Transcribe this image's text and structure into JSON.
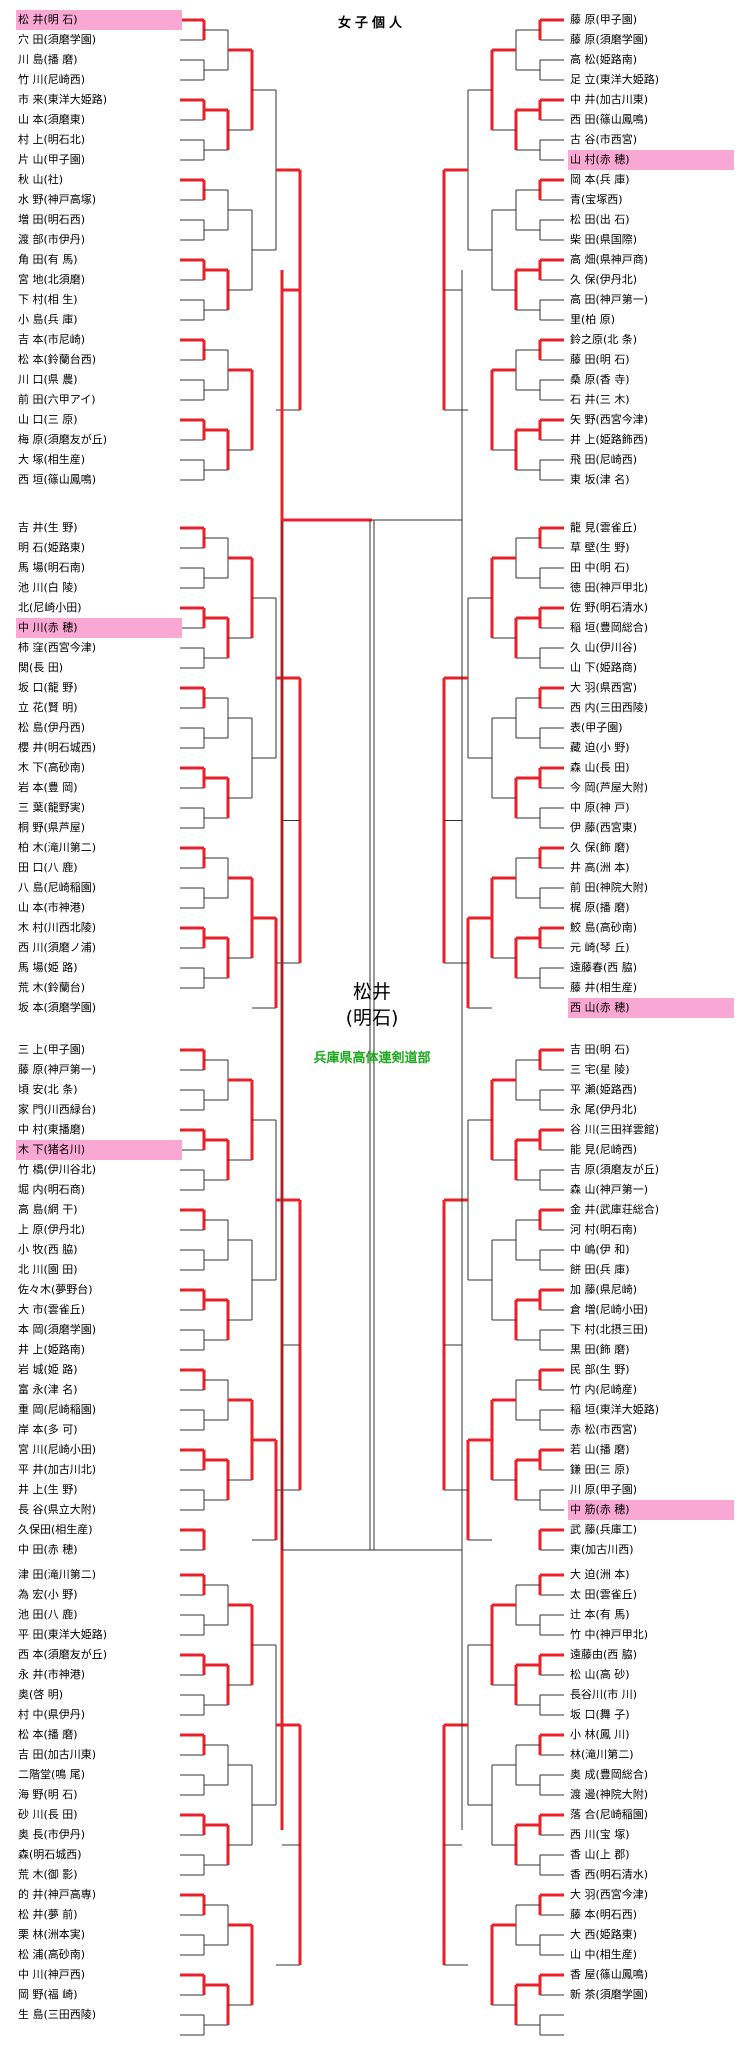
{
  "title": "女子個人",
  "champion": {
    "name": "松井",
    "school": "(明石)"
  },
  "organizer": "兵庫県高体連剣道部",
  "left_entries": [
    "松 井(明 石)",
    "穴 田(須磨学園)",
    "川 島(播 磨)",
    "竹 川(尼崎西)",
    "市 来(東洋大姫路)",
    "山 本(須磨東)",
    "村 上(明石北)",
    "片 山(甲子園)",
    "秋 山(社)",
    "水 野(神戸高塚)",
    "増 田(明石西)",
    "渡 部(市伊丹)",
    "角 田(有 馬)",
    "宮 地(北須磨)",
    "下 村(相 生)",
    "小 島(兵 庫)",
    "吉 本(市尼崎)",
    "松 本(鈴蘭台西)",
    "川 口(県 農)",
    "前 田(六甲アイ)",
    "山 口(三 原)",
    "梅 原(須磨友が丘)",
    "大 塚(相生産)",
    "西 垣(篠山鳳鳴)",
    "吉 井(生 野)",
    "明 石(姫路東)",
    "馬 場(明石南)",
    "池 川(白 陵)",
    "北(尼崎小田)",
    "中 川(赤 穂)",
    "柿 窪(西宮今津)",
    "関(長 田)",
    "坂 口(龍 野)",
    "立 花(賢 明)",
    "松 島(伊丹西)",
    "櫻 井(明石城西)",
    "木 下(高砂南)",
    "岩 本(豊 岡)",
    "三 葉(龍野実)",
    "桐 野(県芦屋)",
    "柏 木(滝川第二)",
    "田 口(八 鹿)",
    "八 島(尼崎稲園)",
    "山 本(市神港)",
    "木 村(川西北陵)",
    "西 川(須磨ノ浦)",
    "馬 場(姫 路)",
    "荒 木(鈴蘭台)",
    "坂 本(須磨学園)",
    "三 上(甲子園)",
    "藤 原(神戸第一)",
    "頃 安(北 条)",
    "家 門(川西緑台)",
    "中 村(東播磨)",
    "木 下(猪名川)",
    "竹 橋(伊川谷北)",
    "堀 内(明石商)",
    "高 島(網 干)",
    "上 原(伊丹北)",
    "小 牧(西 脇)",
    "北 川(園 田)",
    "佐々木(夢野台)",
    "大 市(雲雀丘)",
    "本 岡(須磨学園)",
    "井 上(姫路南)",
    "岩 城(姫 路)",
    "富 永(津 名)",
    "重 岡(尼崎稲園)",
    "岸 本(多 可)",
    "宮 川(尼崎小田)",
    "平 井(加古川北)",
    "井 上(生 野)",
    "長 谷(県立大附)",
    "久保田(相生産)",
    "中 田(赤 穂)",
    "津 田(滝川第二)",
    "為 宏(小 野)",
    "池 田(八 鹿)",
    "平 田(東洋大姫路)",
    "西 本(須磨友が丘)",
    "永 井(市神港)",
    "奥(啓 明)",
    "村 中(県伊丹)",
    "松 本(播 磨)",
    "吉 田(加古川東)",
    "二階堂(鳴 尾)",
    "海 野(明 石)",
    "砂 川(長 田)",
    "奥 長(市伊丹)",
    "森(明石城西)",
    "荒 木(御 影)",
    "的 井(神戸高専)",
    "松 井(夢 前)",
    "栗 林(洲本実)",
    "松 浦(高砂南)",
    "中 川(神戸西)",
    "岡 野(福 崎)",
    "生 島(三田西陵)"
  ],
  "right_entries": [
    "藤 原(甲子園)",
    "藤 原(須磨学園)",
    "高 松(姫路南)",
    "足 立(東洋大姫路)",
    "中 井(加古川東)",
    "西 田(篠山鳳鳴)",
    "古 谷(市西宮)",
    "山 村(赤 穂)",
    "岡 本(兵 庫)",
    "青(宝塚西)",
    "松 田(出 石)",
    "柴 田(県国際)",
    "高 畑(県神戸商)",
    "久 保(伊丹北)",
    "高 田(神戸第一)",
    "里(柏 原)",
    "鈴之原(北 条)",
    "藤 田(明 石)",
    "桑 原(香 寺)",
    "石 井(三 木)",
    "矢 野(西宮今津)",
    "井 上(姫路飾西)",
    "飛 田(尼崎西)",
    "東 坂(津 名)",
    "龍 見(雲雀丘)",
    "草 壁(生 野)",
    "田 中(明 石)",
    "徳 田(神戸甲北)",
    "佐 野(明石清水)",
    "稲 垣(豊岡総合)",
    "久 山(伊川谷)",
    "山 下(姫路商)",
    "大 羽(県西宮)",
    "西 内(三田西陵)",
    "表(甲子園)",
    "藏 迫(小 野)",
    "森 山(長 田)",
    "今 岡(芦屋大附)",
    "中 原(神 戸)",
    "伊 藤(西宮東)",
    "久 保(飾 磨)",
    "井 高(洲 本)",
    "前 田(神院大附)",
    "梶 原(播 磨)",
    "鮫 島(高砂南)",
    "元 崎(琴 丘)",
    "遠藤春(西 脇)",
    "藤 井(相生産)",
    "西 山(赤 穂)",
    "吉 田(明 石)",
    "三 宅(星 陵)",
    "平 瀬(姫路西)",
    "永 尾(伊丹北)",
    "谷 川(三田祥雲館)",
    "能 見(尼崎西)",
    "吉 原(須磨友が丘)",
    "森 山(神戸第一)",
    "金 井(武庫荘総合)",
    "河 村(明石南)",
    "中 嶋(伊 和)",
    "餅 田(兵 庫)",
    "加 藤(県尼崎)",
    "倉 増(尼崎小田)",
    "下 村(北摂三田)",
    "黒 田(飾 磨)",
    "民 部(生 野)",
    "竹 内(尼崎産)",
    "稲 垣(東洋大姫路)",
    "赤 松(市西宮)",
    "若 山(播 磨)",
    "鎌 田(三 原)",
    "川 原(甲子園)",
    "中 筋(赤 穂)",
    "武 藤(兵庫工)",
    "東(加古川西)",
    "大 迫(洲 本)",
    "太 田(雲雀丘)",
    "辻 本(有 馬)",
    "竹 中(神戸甲北)",
    "遠藤由(西 脇)",
    "松 山(高 砂)",
    "長谷川(市 川)",
    "坂 口(舞 子)",
    "小 林(鳳 川)",
    "林(滝川第二)",
    "奥 成(豊岡総合)",
    "渡 邊(神院大附)",
    "落 合(尼崎稲園)",
    "西 川(宝 塚)",
    "香 山(上 郡)",
    "香 西(明石清水)",
    "大 羽(西宮今津)",
    "藤 本(明石西)",
    "大 西(姫路東)",
    "山 中(相生産)",
    "香 屋(篠山鳳鳴)",
    "新 茶(須磨学園)"
  ],
  "highlight_left": [
    0,
    29,
    54,
    110
  ],
  "highlight_right": [
    7,
    48,
    72,
    110
  ]
}
